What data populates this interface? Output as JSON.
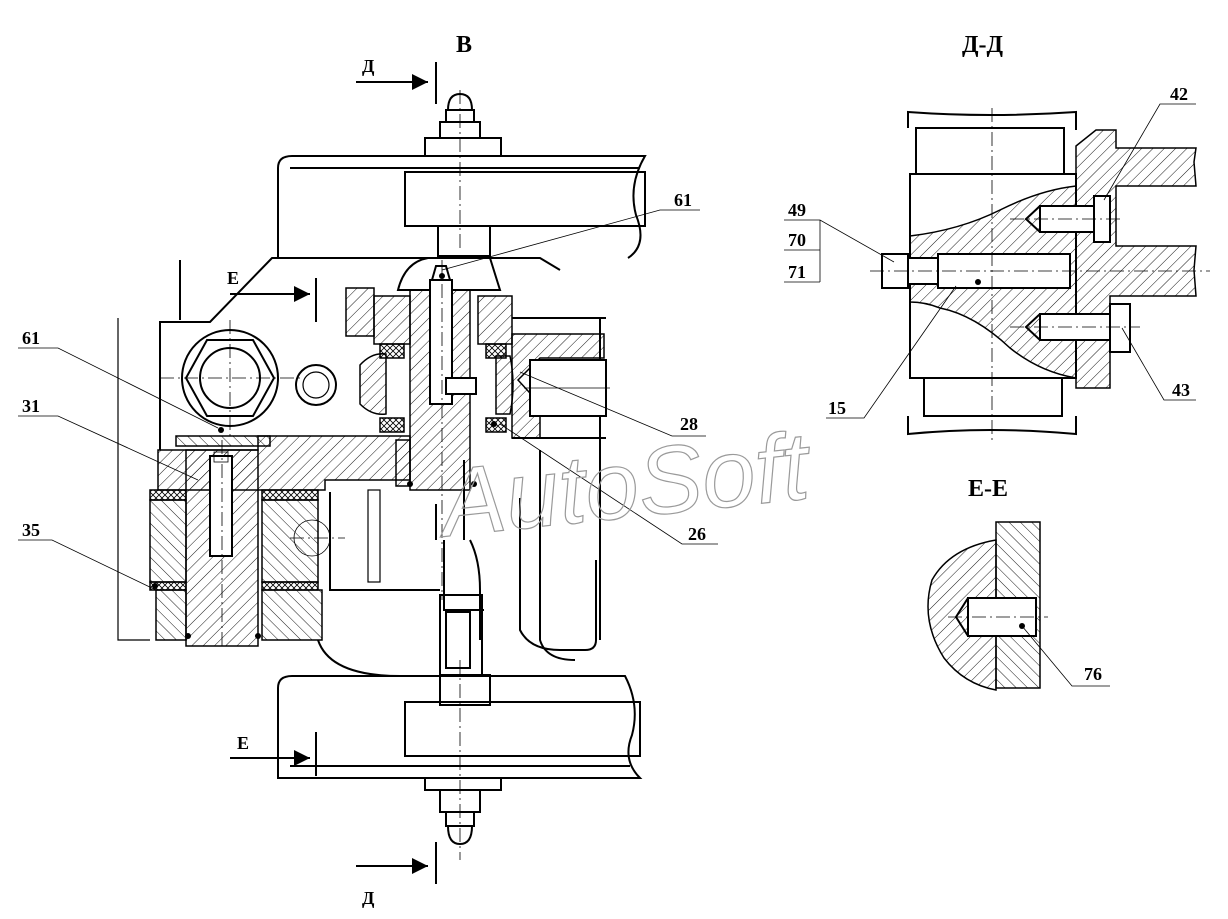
{
  "views": {
    "main_title": "B",
    "section_dd_title": "Д-Д",
    "section_ee_title": "Е-Е"
  },
  "section_marks": {
    "d_top": "Д",
    "d_bottom": "Д",
    "e_top": "Е",
    "e_bottom": "Е"
  },
  "callouts": {
    "main_view": [
      "61",
      "61",
      "31",
      "35",
      "28",
      "26"
    ],
    "section_dd": [
      "49",
      "70",
      "71",
      "42",
      "43",
      "15"
    ],
    "section_ee": [
      "76"
    ]
  },
  "watermark": "AutoSoft"
}
